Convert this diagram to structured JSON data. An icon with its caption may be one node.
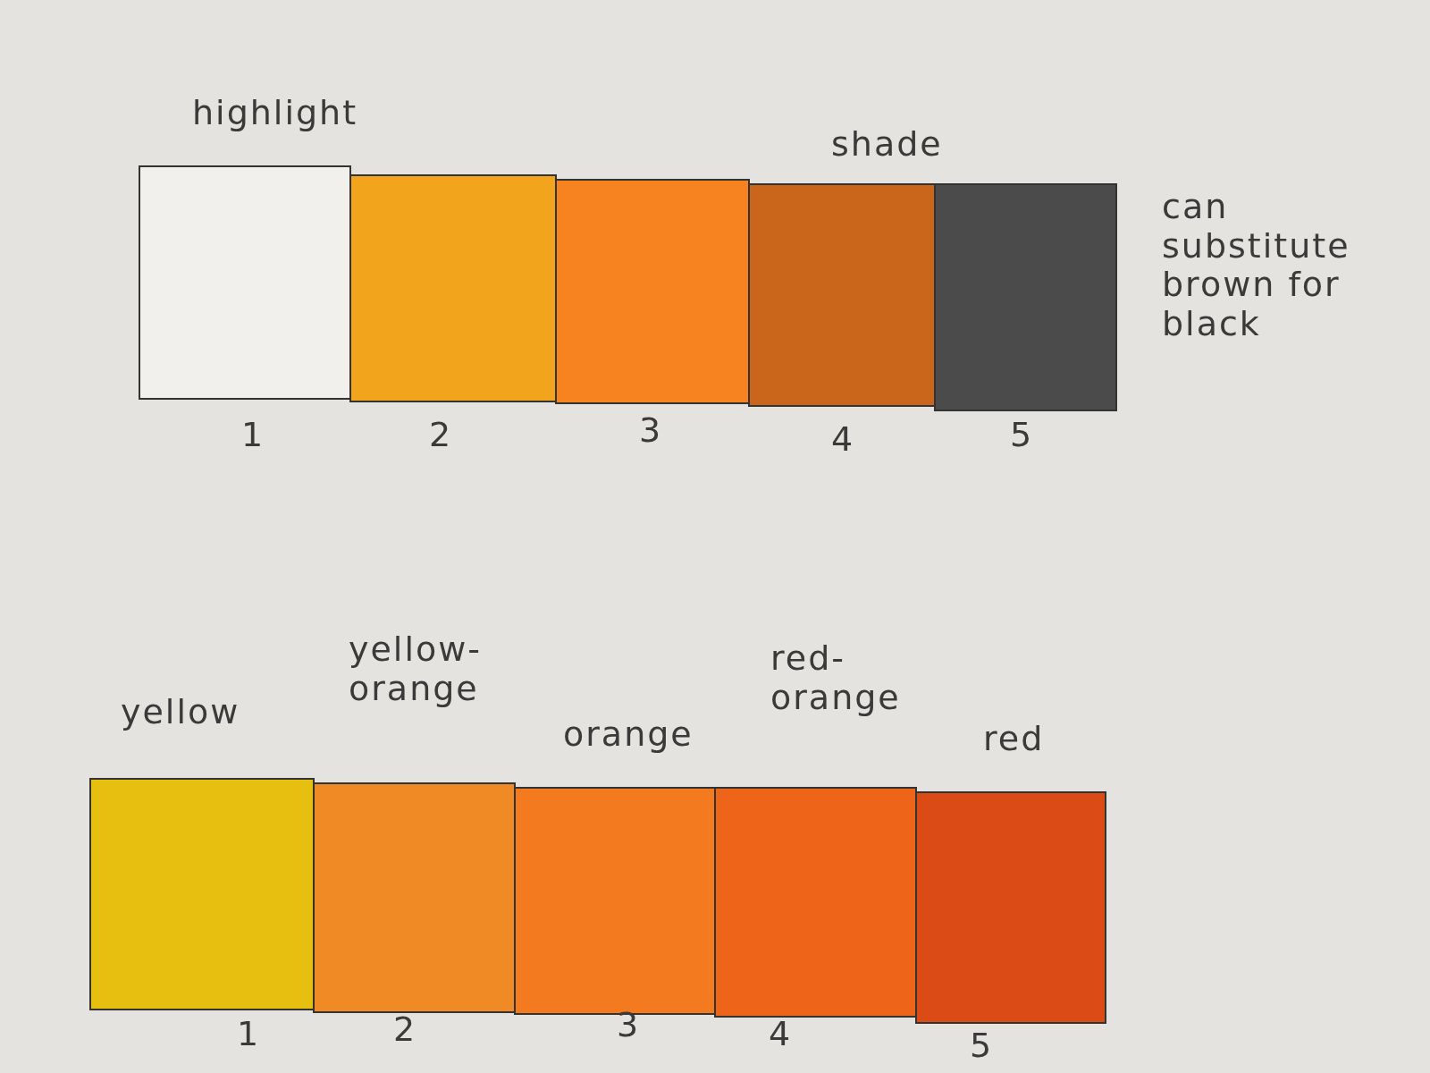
{
  "diagram": {
    "labels": [
      "highlight",
      "shade",
      "can substitute brown for black",
      "1",
      "2",
      "3",
      "4",
      "5",
      "yellow",
      "yellow-orange",
      "orange",
      "red-orange",
      "red",
      "1",
      "2",
      "3",
      "4",
      "5"
    ]
  }
}
